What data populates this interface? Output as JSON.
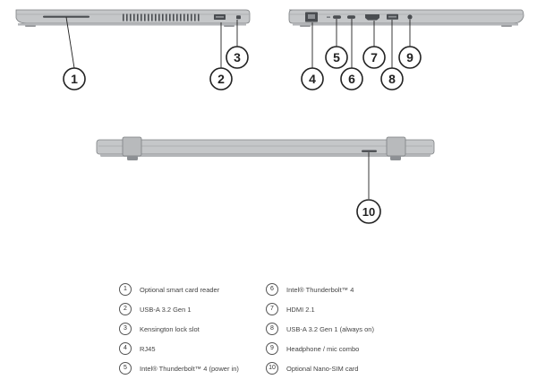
{
  "callouts": [
    {
      "number": "1"
    },
    {
      "number": "2"
    },
    {
      "number": "3"
    },
    {
      "number": "4"
    },
    {
      "number": "5"
    },
    {
      "number": "6"
    },
    {
      "number": "7"
    },
    {
      "number": "8"
    },
    {
      "number": "9"
    },
    {
      "number": "10"
    }
  ],
  "legend": [
    {
      "number": "1",
      "label": "Optional smart card reader"
    },
    {
      "number": "2",
      "label": "USB-A 3.2 Gen 1"
    },
    {
      "number": "3",
      "label": "Kensington lock slot"
    },
    {
      "number": "4",
      "label": "RJ45"
    },
    {
      "number": "5",
      "label": "Intel® Thunderbolt™ 4 (power in)"
    },
    {
      "number": "6",
      "label": "Intel® Thunderbolt™ 4"
    },
    {
      "number": "7",
      "label": "HDMI 2.1"
    },
    {
      "number": "8",
      "label": "USB-A 3.2 Gen 1 (always on)"
    },
    {
      "number": "9",
      "label": "Headphone / mic combo"
    },
    {
      "number": "10",
      "label": "Optional Nano-SIM card"
    }
  ],
  "colors": {
    "chassis": "#c5c7c9",
    "chassis_dark": "#9a9c9f",
    "outline": "#7d8083",
    "port": "#4a4d51",
    "leader": "#222222"
  },
  "icons": [
    "usb-a-port-icon",
    "kensington-slot-icon",
    "rj45-port-icon",
    "usb-c-port-icon",
    "hdmi-port-icon",
    "audio-jack-icon",
    "hinge-icon",
    "sim-tray-icon"
  ]
}
